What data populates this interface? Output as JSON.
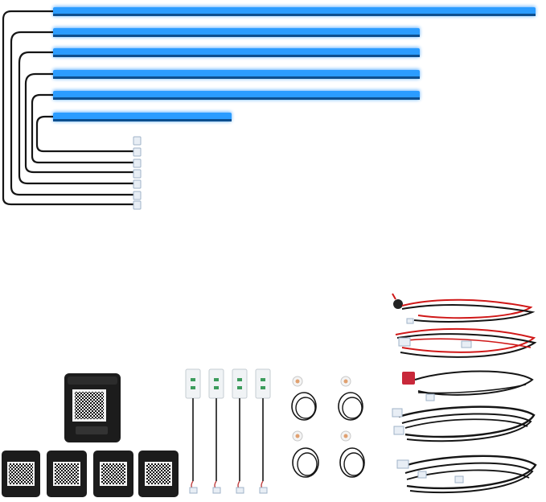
{
  "colors": {
    "background": "#ffffff",
    "led_glow": "#1e90ff",
    "led_core": "#3aa8ff",
    "wire": "#151515",
    "wire_red": "#d01818",
    "connector": "#e8eef5",
    "module_body": "#1c1c1c",
    "qr_label": "#f2f2f2"
  },
  "components": {
    "led_strips_count": 6,
    "control_box": 1,
    "receiver_modules": 4,
    "footwell_light_boards": 4,
    "round_light_sensors": 4,
    "wire_harnesses": 5
  }
}
